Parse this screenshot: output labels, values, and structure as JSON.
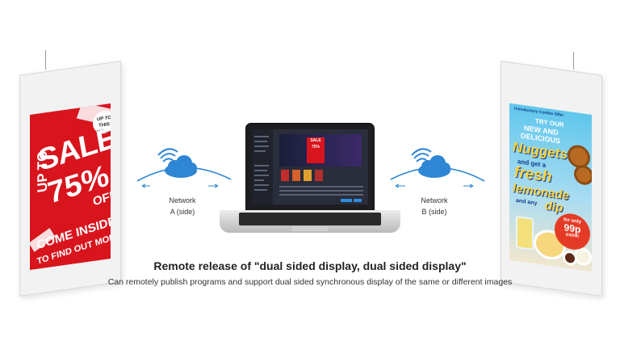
{
  "left_display": {
    "badge": "UP TO\nTHIS\nWEEK",
    "sale": "SALE",
    "up_to": "UP TO",
    "percent": "75%",
    "off": "OFF",
    "line1": "COME INSIDE",
    "line2": "TO FIND OUT MORE"
  },
  "right_display": {
    "kicker": "Introductory Combo Offer",
    "try": "TRY OUR",
    "new_and": "NEW AND",
    "delicious": "DELICIOUS",
    "nuggets": "Nuggets",
    "and_get": "and get a",
    "fresh": "fresh",
    "lemonade": "lemonade",
    "and_any": "and any",
    "dip": "dip",
    "for_only": "for only",
    "price": "99p",
    "extra": "extra!"
  },
  "network_a": {
    "title": "Network",
    "side": "A (side)"
  },
  "network_b": {
    "title": "Network",
    "side": "B (side)"
  },
  "laptop_screen": {
    "poster_word": "SALE",
    "poster_pct": "75%"
  },
  "headline": "Remote release of \"dual sided display, dual sided display\"",
  "subline": "Can remotely publish programs and support dual sided synchronous display of the same or different images",
  "colors": {
    "accent_blue": "#2f86d4",
    "sale_red": "#d8141d",
    "food_sky": "#5fc6ec"
  }
}
